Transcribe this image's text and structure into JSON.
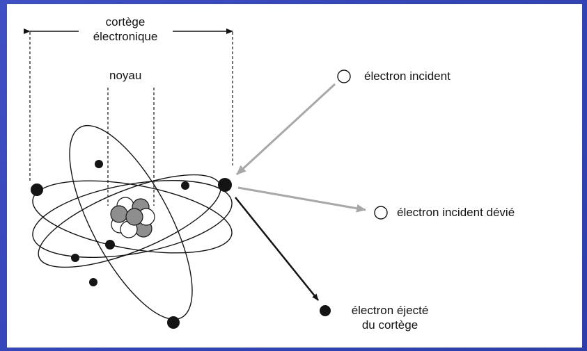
{
  "labels": {
    "cortege_line1": "cortège",
    "cortege_line2": "électronique",
    "noyau": "noyau",
    "incident": "électron incident",
    "devie": "électron incident dévié",
    "ejecte_line1": "électron éjecté",
    "ejecte_line2": "du cortège"
  },
  "colors": {
    "background": "#3445b8",
    "panel": "#ffffff",
    "ink": "#141414",
    "gray_arrow": "#a8a8a8",
    "nucleus_light": "#ffffff",
    "nucleus_dark": "#8e8e8e"
  }
}
